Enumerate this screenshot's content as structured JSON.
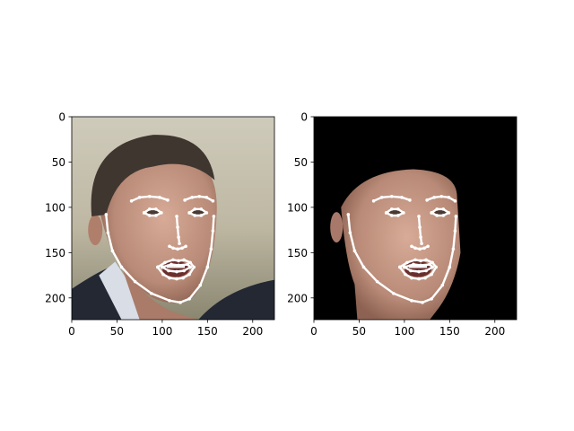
{
  "figure": {
    "background": "#ffffff",
    "landmark_color": "#ffffff"
  },
  "panels": [
    {
      "id": "left",
      "description_kind": "photo-with-landmarks",
      "background_type": "photo",
      "background_colors": {
        "wall": "#c9c6b6",
        "hair": "#3f3630",
        "skin": "#c79a86",
        "suit": "#232833",
        "shirt": "#d8dde6"
      },
      "x_ticks": [
        "0",
        "50",
        "100",
        "150",
        "200"
      ],
      "y_ticks": [
        "0",
        "50",
        "100",
        "150",
        "200"
      ],
      "xlim": [
        0,
        224
      ],
      "ylim": [
        224,
        0
      ]
    },
    {
      "id": "right",
      "description_kind": "masked-face-with-landmarks",
      "background_type": "black-mask",
      "background_colors": {
        "mask": "#000000",
        "skin": "#b98a77"
      },
      "x_ticks": [
        "0",
        "50",
        "100",
        "150",
        "200"
      ],
      "y_ticks": [
        "0",
        "50",
        "100",
        "150",
        "200"
      ],
      "xlim": [
        0,
        224
      ],
      "ylim": [
        224,
        0
      ]
    }
  ],
  "landmarks": {
    "jaw": [
      [
        38,
        108
      ],
      [
        40,
        128
      ],
      [
        45,
        148
      ],
      [
        55,
        166
      ],
      [
        70,
        182
      ],
      [
        88,
        195
      ],
      [
        108,
        203
      ],
      [
        120,
        205
      ],
      [
        130,
        201
      ],
      [
        142,
        186
      ],
      [
        150,
        166
      ],
      [
        154,
        146
      ],
      [
        156,
        126
      ],
      [
        157,
        110
      ]
    ],
    "brow_left": [
      [
        66,
        93
      ],
      [
        75,
        89
      ],
      [
        86,
        88
      ],
      [
        97,
        89
      ],
      [
        106,
        92
      ]
    ],
    "brow_right": [
      [
        125,
        92
      ],
      [
        133,
        89
      ],
      [
        141,
        88
      ],
      [
        149,
        89
      ],
      [
        156,
        93
      ]
    ],
    "eye_left": [
      [
        80,
        106
      ],
      [
        86,
        102
      ],
      [
        93,
        102
      ],
      [
        99,
        106
      ],
      [
        93,
        109
      ],
      [
        86,
        109
      ],
      [
        80,
        106
      ]
    ],
    "eye_right": [
      [
        130,
        106
      ],
      [
        136,
        102
      ],
      [
        143,
        102
      ],
      [
        149,
        106
      ],
      [
        143,
        109
      ],
      [
        136,
        109
      ],
      [
        130,
        106
      ]
    ],
    "nose_bridge": [
      [
        116,
        110
      ],
      [
        117,
        122
      ],
      [
        118,
        133
      ],
      [
        119,
        140
      ]
    ],
    "nose_base": [
      [
        108,
        143
      ],
      [
        112,
        145
      ],
      [
        117,
        146
      ],
      [
        122,
        145
      ],
      [
        126,
        143
      ]
    ],
    "mouth_outer": [
      [
        95,
        166
      ],
      [
        103,
        161
      ],
      [
        112,
        158
      ],
      [
        118,
        159
      ],
      [
        124,
        158
      ],
      [
        131,
        161
      ],
      [
        135,
        166
      ],
      [
        130,
        174
      ],
      [
        123,
        178
      ],
      [
        116,
        179
      ],
      [
        108,
        178
      ],
      [
        101,
        174
      ],
      [
        95,
        166
      ]
    ],
    "mouth_inner": [
      [
        100,
        166
      ],
      [
        110,
        163
      ],
      [
        118,
        164
      ],
      [
        128,
        163
      ],
      [
        131,
        166
      ],
      [
        124,
        170
      ],
      [
        116,
        171
      ],
      [
        107,
        170
      ],
      [
        100,
        166
      ]
    ]
  }
}
